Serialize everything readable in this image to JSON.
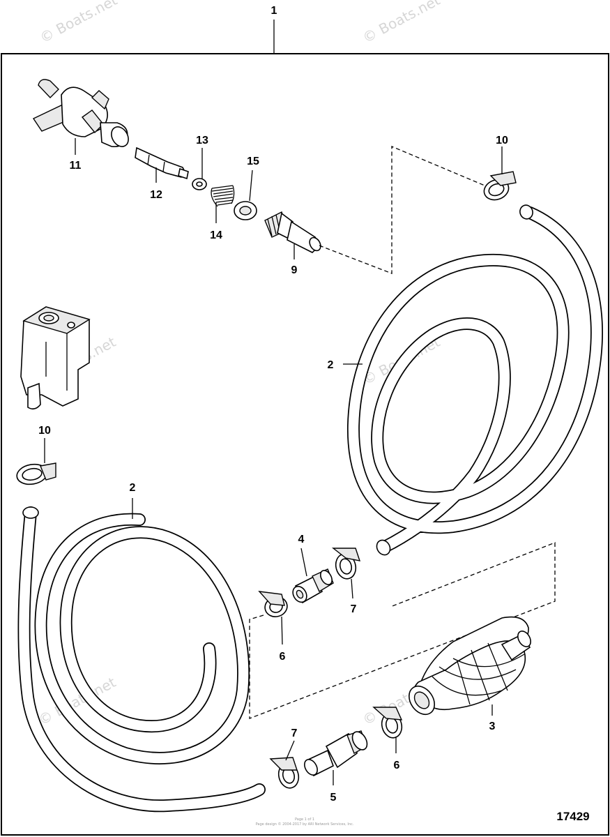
{
  "diagram_number": "17429",
  "watermark": "© Boats.net",
  "footer_line1": "Page 1 of 1",
  "footer_line2": "Page design © 2004-2017 by ARI Network Services, Inc.",
  "labels": {
    "kit": "1",
    "hose_right": "2",
    "hose_left": "2",
    "primer_bulb": "3",
    "fitting_4": "4",
    "fitting_5": "5",
    "clamp_6a": "6",
    "clamp_6b": "6",
    "clamp_7a": "7",
    "clamp_7b": "7",
    "fitting_9": "9",
    "clamp_10a": "10",
    "clamp_10b": "10",
    "connector_11": "11",
    "valve_12": "12",
    "washer_13": "13",
    "spring_14": "14",
    "washer_15": "15"
  }
}
